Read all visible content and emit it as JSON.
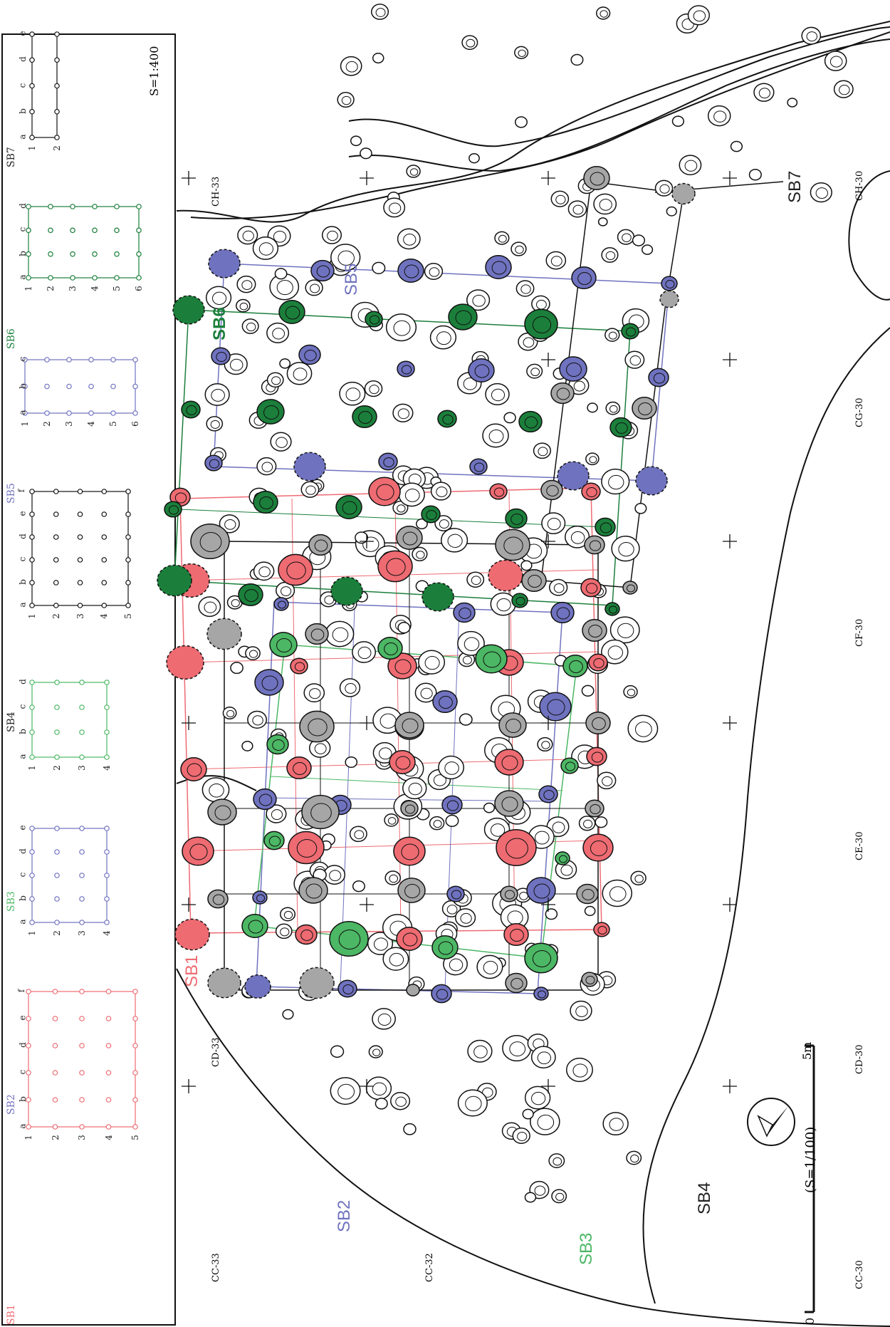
{
  "scale_key": "S=1:400",
  "scale_main": "(S=1/100)",
  "scale_bar": {
    "zero": "0",
    "end": "5m"
  },
  "colors": {
    "SB1": "#ee6b72",
    "SB2": "#6f72bf",
    "SB3": "#4cb764",
    "SB4": "#999999",
    "SB5": "#6f72bf",
    "SB6": "#1b7f3b",
    "SB7": "#222222"
  },
  "structures": [
    {
      "id": "SB1",
      "label": "SB1",
      "color": "#ee6b72"
    },
    {
      "id": "SB2",
      "label": "SB2",
      "color": "#6f72bf"
    },
    {
      "id": "SB3",
      "label": "SB3",
      "color": "#4cb764"
    },
    {
      "id": "SB4",
      "label": "SB4",
      "color": "#222222"
    },
    {
      "id": "SB5",
      "label": "SB5",
      "color": "#6f72bf"
    },
    {
      "id": "SB6",
      "label": "SB6",
      "color": "#1b7f3b"
    },
    {
      "id": "SB7",
      "label": "SB7",
      "color": "#222222"
    }
  ],
  "key_panels": [
    {
      "id": "SB7",
      "letters": [
        "a",
        "b",
        "c",
        "d",
        "e"
      ],
      "numbers": [
        "1",
        "2"
      ]
    },
    {
      "id": "SB6",
      "letters": [
        "a",
        "b",
        "c",
        "d"
      ],
      "numbers": [
        "1",
        "2",
        "3",
        "4",
        "5",
        "6"
      ]
    },
    {
      "id": "SB5",
      "letters": [
        "a",
        "b",
        "c"
      ],
      "numbers": [
        "1",
        "2",
        "3",
        "4",
        "5",
        "6"
      ]
    },
    {
      "id": "SB4",
      "letters": [
        "a",
        "b",
        "c",
        "d",
        "e",
        "f"
      ],
      "numbers": [
        "1",
        "2",
        "3",
        "4",
        "5"
      ]
    },
    {
      "id": "SB3",
      "letters": [
        "a",
        "b",
        "c",
        "d"
      ],
      "numbers": [
        "1",
        "2",
        "3",
        "4"
      ]
    },
    {
      "id": "SB2",
      "letters": [
        "a",
        "b",
        "c",
        "d",
        "e"
      ],
      "numbers": [
        "1",
        "2",
        "3",
        "4"
      ]
    },
    {
      "id": "SB1",
      "letters": [
        "a",
        "b",
        "c",
        "d",
        "e",
        "f"
      ],
      "numbers": [
        "1",
        "2",
        "3",
        "4",
        "5"
      ]
    }
  ],
  "grid_labels": [
    {
      "text": "CH-33"
    },
    {
      "text": "CD-33"
    },
    {
      "text": "CC-33"
    },
    {
      "text": "CC-32"
    },
    {
      "text": "CH-30"
    },
    {
      "text": "CG-30"
    },
    {
      "text": "CF-30"
    },
    {
      "text": "CE-30"
    },
    {
      "text": "CD-30"
    },
    {
      "text": "CC-30"
    }
  ]
}
